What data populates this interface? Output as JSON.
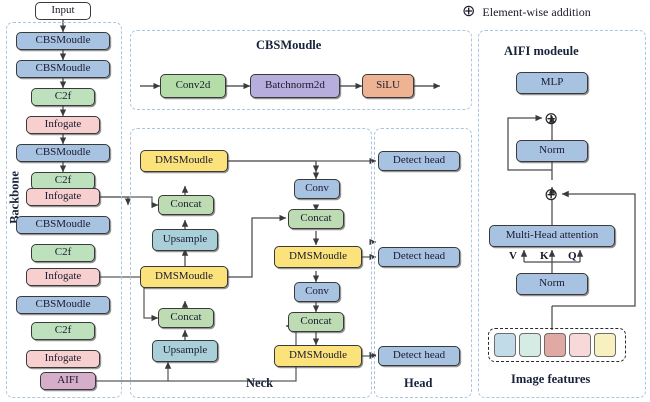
{
  "figure": {
    "legend": {
      "symbol": "⊕",
      "label": "Element-wise addition",
      "icon": "circle-plus-icon"
    },
    "panels": [
      {
        "id": "backbone",
        "title": "Backbone",
        "orientation": "vertical"
      },
      {
        "id": "cbsmoudle",
        "title": "CBSMoudle",
        "orientation": "horizontal"
      },
      {
        "id": "neck",
        "title": "Neck",
        "orientation": "horizontal"
      },
      {
        "id": "head",
        "title": "Head",
        "orientation": "horizontal"
      },
      {
        "id": "aifi",
        "title": "AIFI modeule",
        "orientation": "horizontal"
      }
    ]
  },
  "colors": {
    "cbs_blue": "#a8c3e2",
    "c2f_green": "#bde0bd",
    "infogate_pink": "#f7cfcf",
    "aifi_mauve": "#d6aec9",
    "dms_yellow": "#fbe27b",
    "concat_green": "#bddcb4",
    "upsample_teal": "#a9cfd8",
    "conv_blue": "#a8c3e2",
    "detect_blue": "#a8c3e2",
    "conv2d_green": "#b4dda8",
    "batchnorm_purple": "#b7aedd",
    "silu_orange": "#eeb392",
    "input_white": "#ffffff",
    "panel_border": "#a9c6e0",
    "wire": "#4a4a4a"
  },
  "input": {
    "label": "Input"
  },
  "backbone": {
    "label": "Backbone",
    "nodes": [
      {
        "label": "CBSMoudle",
        "type": "cbs"
      },
      {
        "label": "CBSMoudle",
        "type": "cbs"
      },
      {
        "label": "C2f",
        "type": "c2f"
      },
      {
        "label": "Infogate",
        "type": "infogate"
      },
      {
        "label": "CBSMoudle",
        "type": "cbs"
      },
      {
        "label": "C2f",
        "type": "c2f"
      },
      {
        "label": "Infogate",
        "type": "infogate"
      },
      {
        "label": "CBSMoudle",
        "type": "cbs"
      },
      {
        "label": "C2f",
        "type": "c2f"
      },
      {
        "label": "Infogate",
        "type": "infogate"
      },
      {
        "label": "CBSMoudle",
        "type": "cbs"
      },
      {
        "label": "C2f",
        "type": "c2f"
      },
      {
        "label": "Infogate",
        "type": "infogate"
      },
      {
        "label": "AIFI",
        "type": "aifi"
      }
    ]
  },
  "cbsmoudle": {
    "title": "CBSMoudle",
    "nodes": [
      {
        "label": "Conv2d",
        "type": "conv2d"
      },
      {
        "label": "Batchnorm2d",
        "type": "batchnorm"
      },
      {
        "label": "SiLU",
        "type": "silu"
      }
    ]
  },
  "neck": {
    "title": "Neck",
    "nodes": [
      {
        "label": "DMSMoudle",
        "type": "dms"
      },
      {
        "label": "Concat",
        "type": "concat"
      },
      {
        "label": "Upsample",
        "type": "upsample"
      },
      {
        "label": "DMSMoudle",
        "type": "dms"
      },
      {
        "label": "Concat",
        "type": "concat"
      },
      {
        "label": "Upsample",
        "type": "upsample"
      },
      {
        "label": "Conv",
        "type": "conv"
      },
      {
        "label": "Concat",
        "type": "concat"
      },
      {
        "label": "DMSMoudle",
        "type": "dms"
      },
      {
        "label": "Conv",
        "type": "conv"
      },
      {
        "label": "Concat",
        "type": "concat"
      },
      {
        "label": "DMSMoudle",
        "type": "dms"
      }
    ]
  },
  "head": {
    "title": "Head",
    "nodes": [
      {
        "label": "Detect head",
        "type": "detect"
      },
      {
        "label": "Detect head",
        "type": "detect"
      },
      {
        "label": "Detect head",
        "type": "detect"
      }
    ]
  },
  "aifi": {
    "title": "AIFI modeule",
    "nodes": [
      {
        "label": "MLP",
        "type": "cbs"
      },
      {
        "label": "Norm",
        "type": "cbs"
      },
      {
        "label": "Multi-Head attention",
        "type": "cbs"
      },
      {
        "label": "Norm",
        "type": "cbs"
      }
    ],
    "adds": [
      "⊕",
      "⊕"
    ],
    "qkv": [
      "V",
      "K",
      "Q"
    ],
    "features_label": "Image features",
    "features": [
      {
        "color": "#c2dbe8"
      },
      {
        "color": "#d4ece3"
      },
      {
        "color": "#e0a9a4"
      },
      {
        "color": "#f6d9d8"
      },
      {
        "color": "#f8f0bf"
      }
    ]
  }
}
